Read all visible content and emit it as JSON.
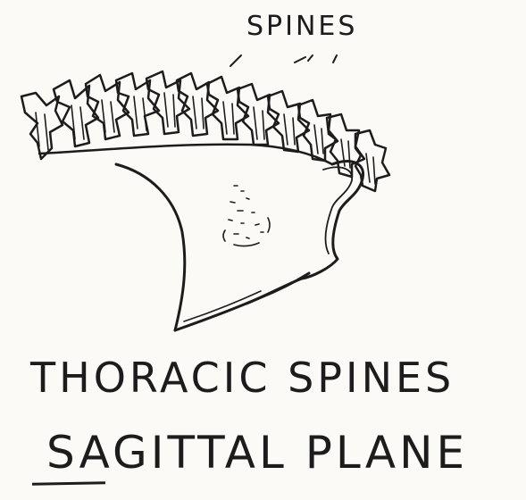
{
  "labels": {
    "spines": "SPINES",
    "line1": "THORACIC  SPINES",
    "line2": "SAGITTAL PLANE"
  },
  "colors": {
    "ink": "#1c1c1c",
    "paper": "#fbfaf6"
  }
}
